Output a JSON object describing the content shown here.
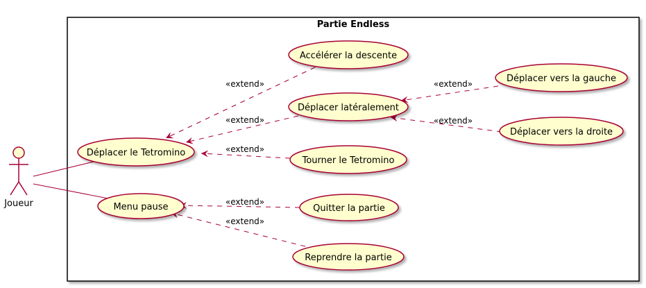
{
  "system": {
    "title": "Partie Endless"
  },
  "actor": {
    "name": "Joueur"
  },
  "use_cases": {
    "deplacer_tetromino": "Déplacer le Tetromino",
    "accelerer": "Accélérer la descente",
    "deplacer_lateral": "Déplacer latéralement",
    "tourner": "Tourner le Tetromino",
    "gauche": "Déplacer vers la gauche",
    "droite": "Déplacer vers la droite",
    "menu_pause": "Menu pause",
    "quitter": "Quitter la partie",
    "reprendre": "Reprendre la partie"
  },
  "relations": {
    "extend_label": "«extend»"
  },
  "colors": {
    "usecase_fill": "#FEFECE",
    "line": "#A80036",
    "frame": "#000000"
  }
}
